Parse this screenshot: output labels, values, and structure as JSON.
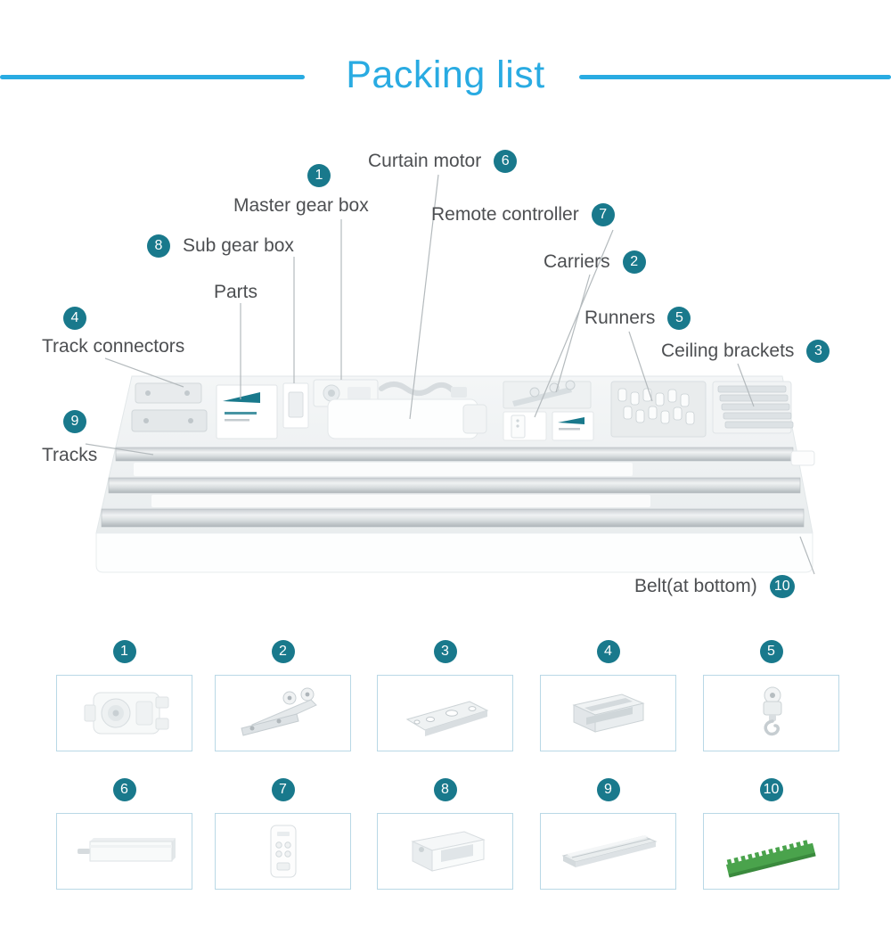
{
  "title": "Packing list",
  "colors": {
    "accent": "#29abe2",
    "badge_bg": "#19798c",
    "label_text": "#4d4f52",
    "box_border": "#b9d8e6"
  },
  "diagram": {
    "labels": {
      "master_gear_box": {
        "text": "Master gear box",
        "badge": "1"
      },
      "carriers": {
        "text": "Carriers",
        "badge": "2"
      },
      "ceiling_brackets": {
        "text": "Ceiling brackets",
        "badge": "3"
      },
      "track_connectors": {
        "text": "Track connectors",
        "badge": "4"
      },
      "runners": {
        "text": "Runners",
        "badge": "5"
      },
      "curtain_motor": {
        "text": "Curtain motor",
        "badge": "6"
      },
      "remote_controller": {
        "text": "Remote controller",
        "badge": "7"
      },
      "sub_gear_box": {
        "text": "Sub gear box",
        "badge": "8"
      },
      "tracks": {
        "text": "Tracks",
        "badge": "9"
      },
      "belt": {
        "text": "Belt(at bottom)",
        "badge": "10"
      },
      "parts": {
        "text": "Parts"
      }
    }
  },
  "grid": {
    "items": [
      {
        "num": "1",
        "icon": "master-gear-box-photo"
      },
      {
        "num": "2",
        "icon": "carrier-photo"
      },
      {
        "num": "3",
        "icon": "ceiling-bracket-photo"
      },
      {
        "num": "4",
        "icon": "track-connector-photo"
      },
      {
        "num": "5",
        "icon": "runner-photo"
      },
      {
        "num": "6",
        "icon": "curtain-motor-photo"
      },
      {
        "num": "7",
        "icon": "remote-controller-photo"
      },
      {
        "num": "8",
        "icon": "sub-gear-box-photo"
      },
      {
        "num": "9",
        "icon": "track-photo"
      },
      {
        "num": "10",
        "icon": "belt-photo"
      }
    ]
  }
}
